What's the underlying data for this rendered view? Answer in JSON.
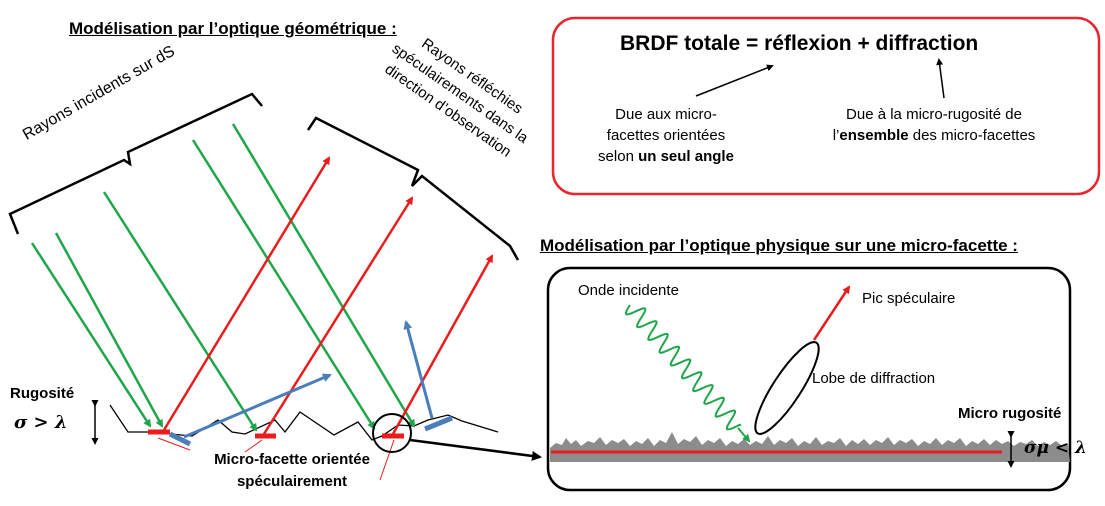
{
  "titles": {
    "geometric": "Modélisation par l’optique géométrique :",
    "physical": "Modélisation par l’optique physique sur une micro-facette :"
  },
  "brdf": {
    "equation": "BRDF totale = réflexion + diffraction",
    "note_left": {
      "line1": "Due aux micro-",
      "line2": "facettes orientées",
      "line3_prefix": "selon ",
      "line3_bold": "un seul angle"
    },
    "note_right": {
      "line1": "Due à la micro-rugosité de",
      "line2_prefix": "l’",
      "line2_bold": "ensemble",
      "line2_suffix": " des micro-facettes"
    }
  },
  "geometric": {
    "incident_label": "Rayons incidents sur dS",
    "reflected_label_lines": [
      "Rayons réfléchies",
      "spéculairements dans la",
      "direction d’observation"
    ],
    "roughness_label": "Rugosité",
    "roughness_relation": "σ > λ",
    "facet_label_lines": [
      "Micro-facette orientée",
      "spéculairement"
    ]
  },
  "physical": {
    "incident_wave": "Onde incidente",
    "specular_peak": "Pic spéculaire",
    "diffraction_lobe": "Lobe de diffraction",
    "micro_roughness": "Micro rugosité",
    "micro_relation": "σμ < λ"
  },
  "colors": {
    "incident": "#1fa64a",
    "reflected": "#ea1c1c",
    "diffuse": "#4a7ebb",
    "frame": "#e8262d"
  }
}
